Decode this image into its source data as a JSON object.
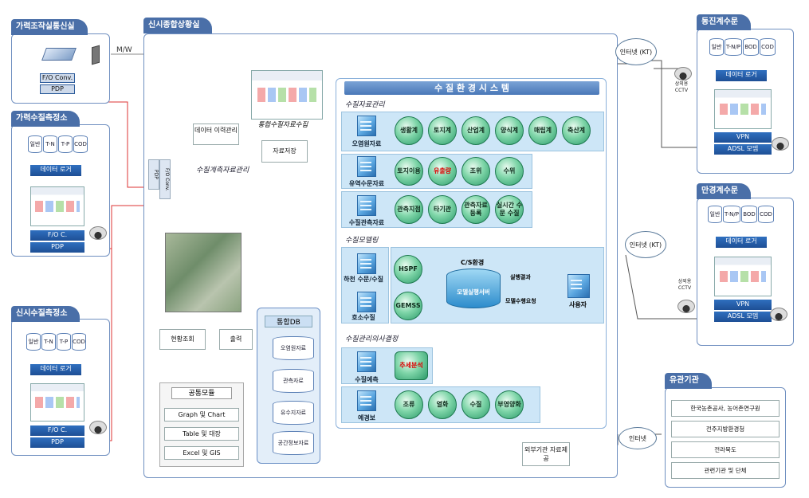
{
  "stations": {
    "gaekjo": {
      "title": "가력조작실통신실",
      "fo": "F/O Conv.",
      "pdp": "PDP"
    },
    "garyeok": {
      "title": "가력수질측정소",
      "cells": [
        "일반",
        "T-N",
        "T-P",
        "COD"
      ],
      "logger": "데이터 로거",
      "fo": "F/O C.",
      "pdp": "PDP"
    },
    "sinsi": {
      "title": "신시수질측정소",
      "cells": [
        "일반",
        "T-N",
        "T-P",
        "COD"
      ],
      "logger": "데이터 로거",
      "fo": "F/O C.",
      "pdp": "PDP"
    },
    "donggin": {
      "title": "동진계수문",
      "cells": [
        "일반",
        "T-N/P",
        "BOD",
        "COD"
      ],
      "logger": "데이터 로거",
      "vpn": "VPN",
      "adsl": "ADSL 모뎀",
      "cctv": "상외용 CCTV"
    },
    "mangyeong": {
      "title": "만경계수문",
      "cells": [
        "일반",
        "T-N/P",
        "BOD",
        "COD"
      ],
      "logger": "데이터 로거",
      "vpn": "VPN",
      "adsl": "ADSL 모뎀",
      "cctv": "상외용 CCTV"
    }
  },
  "links": {
    "mw": "M/W",
    "internet_kt": "인터넷 (KT)",
    "internet": "인터넷"
  },
  "center": {
    "title": "신시종합상황실",
    "history": "데이터 이력관리",
    "integrated": "통합수질자료수집",
    "storage": "자료저장",
    "obs_mgmt": "수질계측자료관리",
    "fo_conv": "F/O Conv.",
    "pdp": "PDP",
    "status": "현황조회",
    "print": "출력",
    "db_title": "통합DB",
    "db_items": [
      "오염원자료",
      "관측자료",
      "유수지자료",
      "공간정보자료"
    ],
    "common_title": "공통모듈",
    "common_items": [
      "Graph 및 Chart",
      "Table 및 대장",
      "Excel 및 GIS"
    ],
    "external": "외부기관 자료제공"
  },
  "system": {
    "title": "수 질 환 경 시 스 템",
    "sec1": "수질자료관리",
    "rows1": [
      {
        "label": "오염원자료",
        "items": [
          "생활계",
          "토지계",
          "산업계",
          "양식계",
          "매립계",
          "축산계"
        ]
      },
      {
        "label": "유역수문자료",
        "items": [
          "토지이용",
          "유출량",
          "조위",
          "수위"
        ]
      },
      {
        "label": "수질관측자료",
        "items": [
          "관측지점",
          "타기관",
          "관측자료 등록",
          "실시간 수문 수질"
        ]
      }
    ],
    "sec2": "수질모델링",
    "model_rows": [
      {
        "label": "하천 수문/수질",
        "item": "HSPF"
      },
      {
        "label": "호소수질",
        "item": "GEMSS"
      }
    ],
    "cs_title": "C/S환경",
    "server": "모델실행서버",
    "result": "실행결과",
    "request": "모델수행요청",
    "user": "사용자",
    "sec3": "수질관리의사결정",
    "rows3": [
      {
        "label": "수질예측",
        "items": [
          "추세분석"
        ]
      },
      {
        "label": "예경보",
        "items": [
          "조류",
          "열화",
          "수질",
          "부영양화"
        ]
      }
    ]
  },
  "agencies": {
    "title": "유관기관",
    "items": [
      "한국농촌공사, 농어촌연구원",
      "전주지방환경청",
      "전라북도",
      "관련기관 및 단체"
    ]
  }
}
